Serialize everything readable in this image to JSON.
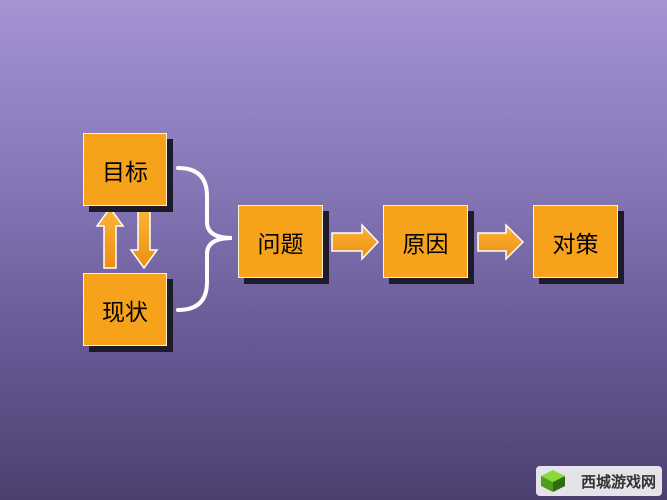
{
  "colors": {
    "box_fill": "#f7a21b",
    "box_shadow": "#1e1a2a",
    "arrow_fill": "#f7a21b",
    "arrow_stroke": "#ffffff",
    "brace": "#ffffff"
  },
  "nodes": {
    "goal": "目标",
    "current": "现状",
    "problem": "问题",
    "cause": "原因",
    "solution": "对策"
  },
  "watermark": {
    "text": "西城游戏网",
    "icon": "green-cube-logo"
  }
}
